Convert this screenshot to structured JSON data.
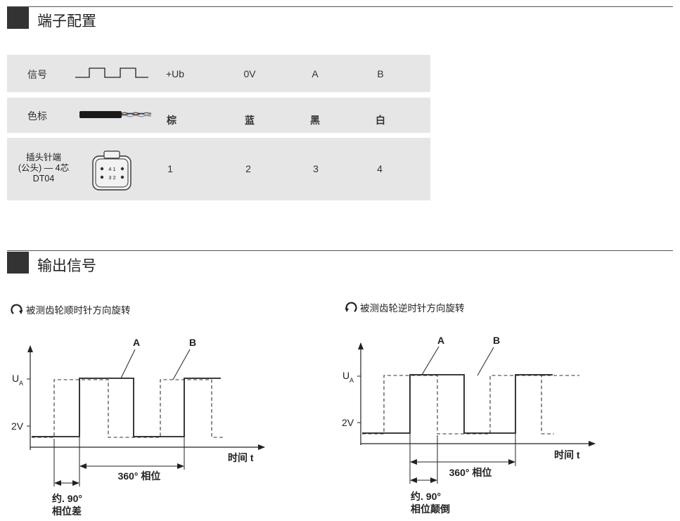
{
  "section1": {
    "title": "端子配置"
  },
  "table": {
    "signal_row": {
      "label": "信号",
      "values": [
        "+Ub",
        "0V",
        "A",
        "B"
      ]
    },
    "color_row": {
      "label": "色标",
      "values": [
        "棕",
        "蓝",
        "黑",
        "白"
      ]
    },
    "plug_row": {
      "label_line1": "插头针端",
      "label_line2": "(公头) — 4芯",
      "label_line3": "DT04",
      "pins_top": "4 1",
      "pins_bottom": "3 2",
      "values": [
        "1",
        "2",
        "3",
        "4"
      ]
    }
  },
  "section2": {
    "title": "输出信号"
  },
  "diagram_cw": {
    "title": "被测齿轮顺时针方向旋转",
    "label_a": "A",
    "label_b": "B",
    "y_high": "U",
    "y_high_sub": "A",
    "y_low": "2V",
    "x_axis": "时间 t",
    "period_label": "360° 相位",
    "phase_label_1": "约. 90°",
    "phase_label_2": "相位差"
  },
  "diagram_ccw": {
    "title": "被测齿轮逆时针方向旋转",
    "label_a": "A",
    "label_b": "B",
    "y_high": "U",
    "y_high_sub": "A",
    "y_low": "2V",
    "x_axis": "时间 t",
    "period_label": "360° 相位",
    "phase_label_1": "约. 90°",
    "phase_label_2": "相位颠倒"
  },
  "colors": {
    "band": "#e6e6e6",
    "section_block": "#333333",
    "signal_line": "#222222",
    "cable_wire_brown": "#8b5a2b",
    "cable_wire_blue": "#5b8fd0",
    "cable_wire_white": "#d8d8d8",
    "cable_wire_black": "#222222"
  }
}
